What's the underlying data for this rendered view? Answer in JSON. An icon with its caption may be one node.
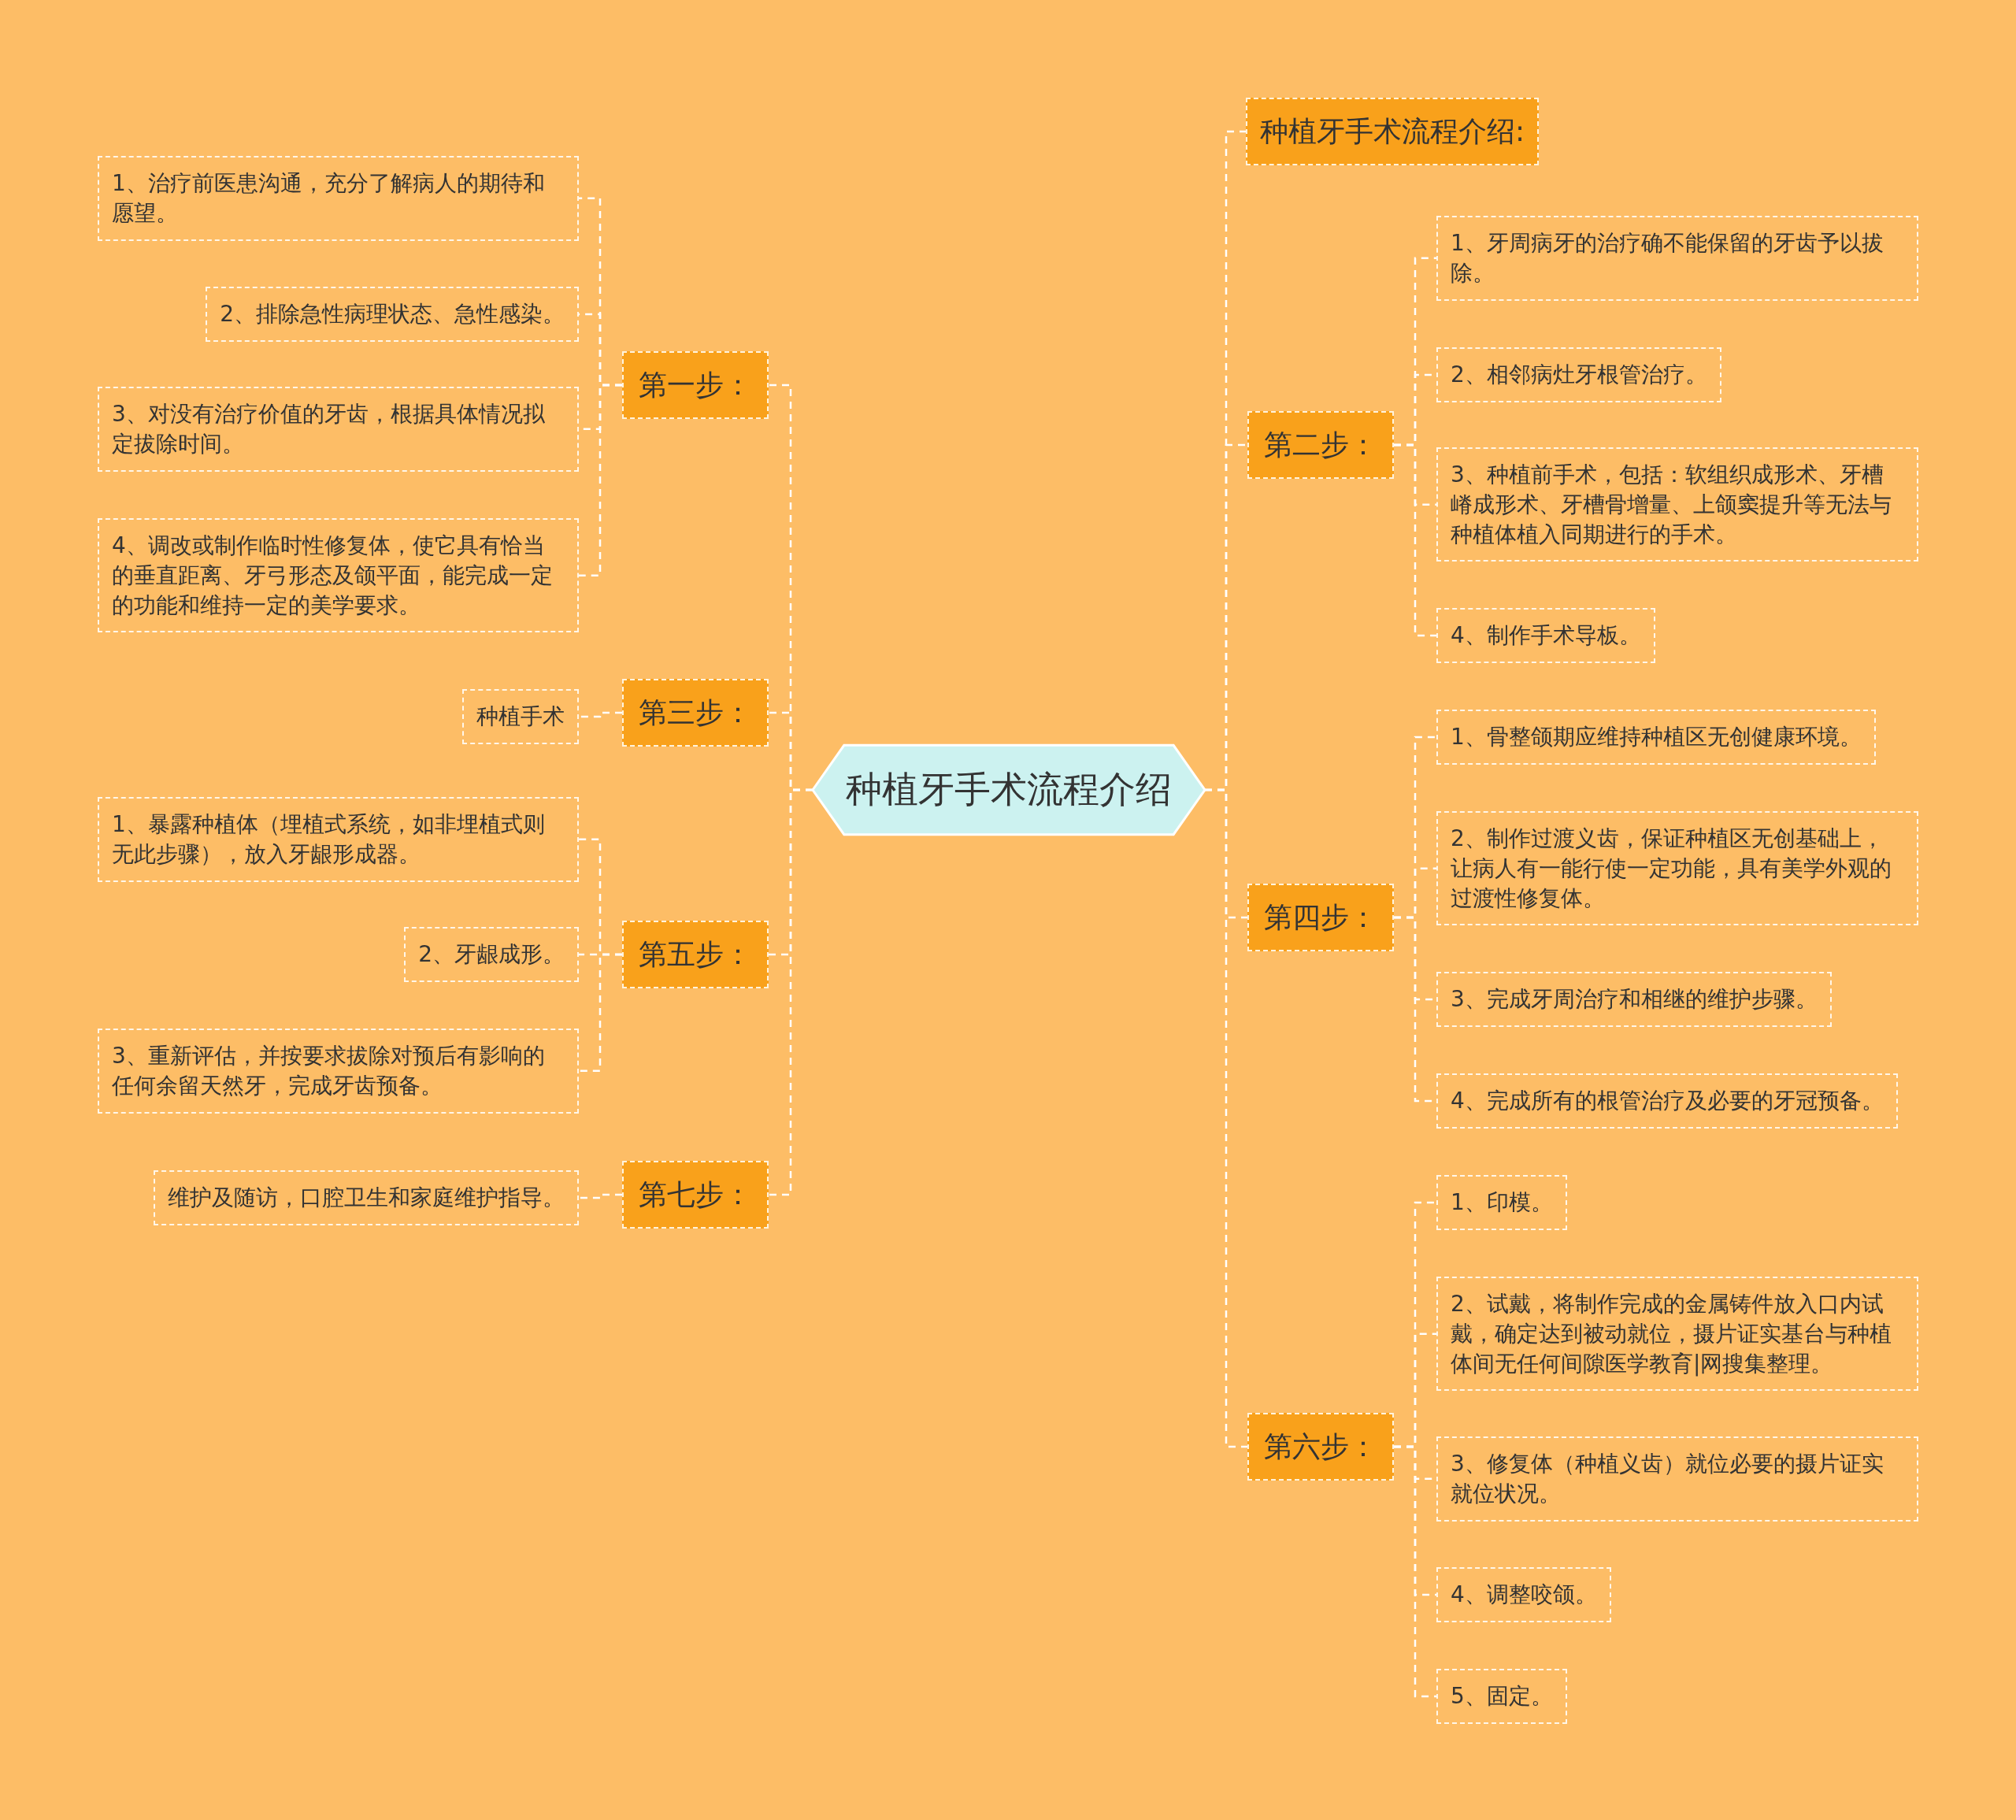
{
  "diagram": {
    "nodes": [
      {
        "text": [
          "种植牙手术流程介绍"
        ]
      },
      {
        "text": [
          "种植牙手术流程介绍:"
        ]
      },
      {
        "text": [
          "第二步："
        ]
      },
      {
        "text": [
          "1、牙周病牙的治疗确不能保留的牙齿予以拔除。"
        ]
      },
      {
        "text": [
          "2、相邻病灶牙根管治疗。"
        ]
      },
      {
        "text": [
          "3、种植前手术，包括：软组织成形术、牙槽嵴成形术、牙槽骨增量、上颌窦提升等无法与种植体植入同期进行的手术。"
        ]
      },
      {
        "text": [
          "4、制作手术导板。"
        ]
      },
      {
        "text": [
          "第四步："
        ]
      },
      {
        "text": [
          "1、骨整颌期应维持种植区无创健康环境。"
        ]
      },
      {
        "text": [
          "2、制作过渡义齿，保证种植区无创基础上，让病人有一能行使一定功能，具有美学外观的过渡性修复体。"
        ]
      },
      {
        "text": [
          "3、完成牙周治疗和相继的维护步骤。"
        ]
      },
      {
        "text": [
          "4、完成所有的根管治疗及必要的牙冠预备。"
        ]
      },
      {
        "text": [
          "第六步："
        ]
      },
      {
        "text": [
          "1、印模。"
        ]
      },
      {
        "text": [
          "2、试戴，将制作完成的金属铸件放入口内试戴，确定达到被动就位，摄片证实基台与种植体间无任何间隙医学教育|网搜集整理。"
        ]
      },
      {
        "text": [
          "3、修复体（种植义齿）就位必要的摄片证实就位状况。"
        ]
      },
      {
        "text": [
          "4、调整咬颌。"
        ]
      },
      {
        "text": [
          "5、固定。"
        ]
      },
      {
        "text": [
          "第一步："
        ]
      },
      {
        "text": [
          "1、治疗前医患沟通，充分了解病人的期待和愿望。"
        ]
      },
      {
        "text": [
          "2、排除急性病理状态、急性感染。"
        ]
      },
      {
        "text": [
          "3、对没有治疗价值的牙齿，根据具体情况拟定拔除时间。"
        ]
      },
      {
        "text": [
          "4、调改或制作临时性修复体，使它具有恰当的垂直距离、牙弓形态及颌平面，能完成一定的功能和维持一定的美学要求。"
        ]
      },
      {
        "text": [
          "第三步："
        ]
      },
      {
        "text": [
          "种植手术"
        ]
      },
      {
        "text": [
          "第五步："
        ]
      },
      {
        "text": [
          "1、暴露种植体（埋植式系统，如非埋植式则无此步骤），放入牙龈形成器。"
        ]
      },
      {
        "text": [
          "2、牙龈成形。"
        ]
      },
      {
        "text": [
          "3、重新评估，并按要求拔除对预后有影响的任何余留天然牙，完成牙齿预备。"
        ]
      },
      {
        "text": [
          "第七步："
        ]
      },
      {
        "text": [
          "维护及随访，口腔卫生和家庭维护指导。"
        ]
      }
    ],
    "edges": [
      {
        "from": 0,
        "to": 1,
        "arrow": "none"
      },
      {
        "from": 0,
        "to": 2,
        "arrow": "none"
      },
      {
        "from": 2,
        "to": 3,
        "arrow": "none"
      },
      {
        "from": 2,
        "to": 4,
        "arrow": "none"
      },
      {
        "from": 2,
        "to": 5,
        "arrow": "none"
      },
      {
        "from": 2,
        "to": 6,
        "arrow": "none"
      },
      {
        "from": 0,
        "to": 7,
        "arrow": "none"
      },
      {
        "from": 7,
        "to": 8,
        "arrow": "none"
      },
      {
        "from": 7,
        "to": 9,
        "arrow": "none"
      },
      {
        "from": 7,
        "to": 10,
        "arrow": "none"
      },
      {
        "from": 7,
        "to": 11,
        "arrow": "none"
      },
      {
        "from": 0,
        "to": 12,
        "arrow": "none"
      },
      {
        "from": 12,
        "to": 13,
        "arrow": "none"
      },
      {
        "from": 12,
        "to": 14,
        "arrow": "none"
      },
      {
        "from": 12,
        "to": 15,
        "arrow": "none"
      },
      {
        "from": 12,
        "to": 16,
        "arrow": "none"
      },
      {
        "from": 12,
        "to": 17,
        "arrow": "none"
      },
      {
        "from": 0,
        "to": 18,
        "arrow": "none"
      },
      {
        "from": 18,
        "to": 19,
        "arrow": "none"
      },
      {
        "from": 18,
        "to": 20,
        "arrow": "none"
      },
      {
        "from": 18,
        "to": 21,
        "arrow": "none"
      },
      {
        "from": 18,
        "to": 22,
        "arrow": "none"
      },
      {
        "from": 0,
        "to": 23,
        "arrow": "none"
      },
      {
        "from": 23,
        "to": 24,
        "arrow": "none"
      },
      {
        "from": 0,
        "to": 25,
        "arrow": "none"
      },
      {
        "from": 25,
        "to": 26,
        "arrow": "none"
      },
      {
        "from": 25,
        "to": 27,
        "arrow": "none"
      },
      {
        "from": 25,
        "to": 28,
        "arrow": "none"
      },
      {
        "from": 0,
        "to": 29,
        "arrow": "none"
      },
      {
        "from": 29,
        "to": 30,
        "arrow": "none"
      }
    ]
  }
}
